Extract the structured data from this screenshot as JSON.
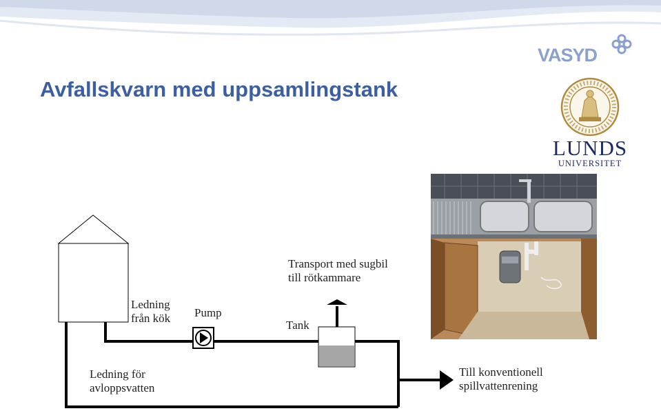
{
  "slide": {
    "title": "Avfallskvarn med uppsamlingstank"
  },
  "logos": {
    "vasyd_text": "VASYD",
    "university_line1": "LUNDS",
    "university_line2": "UNIVERSITET"
  },
  "diagram": {
    "label_kitchen_line_1": "Ledning",
    "label_kitchen_line_2": "från kök",
    "label_pump": "Pump",
    "label_tank": "Tank",
    "label_transport_1": "Transport med sugbil",
    "label_transport_2": "till rötkammare",
    "label_sewer_1": "Ledning för",
    "label_sewer_2": "avloppsvatten",
    "label_outlet_1": "Till konventionell",
    "label_outlet_2": "spillvattenrening"
  },
  "colors": {
    "title": "#3c5fa3",
    "wave": "#cfd9ea",
    "vasyd_blue": "#8aa0cf",
    "lund_navy": "#1d2a63",
    "lund_gold": "#b18b3d",
    "line": "#000000",
    "tank_fill": "#a6a6a6"
  }
}
